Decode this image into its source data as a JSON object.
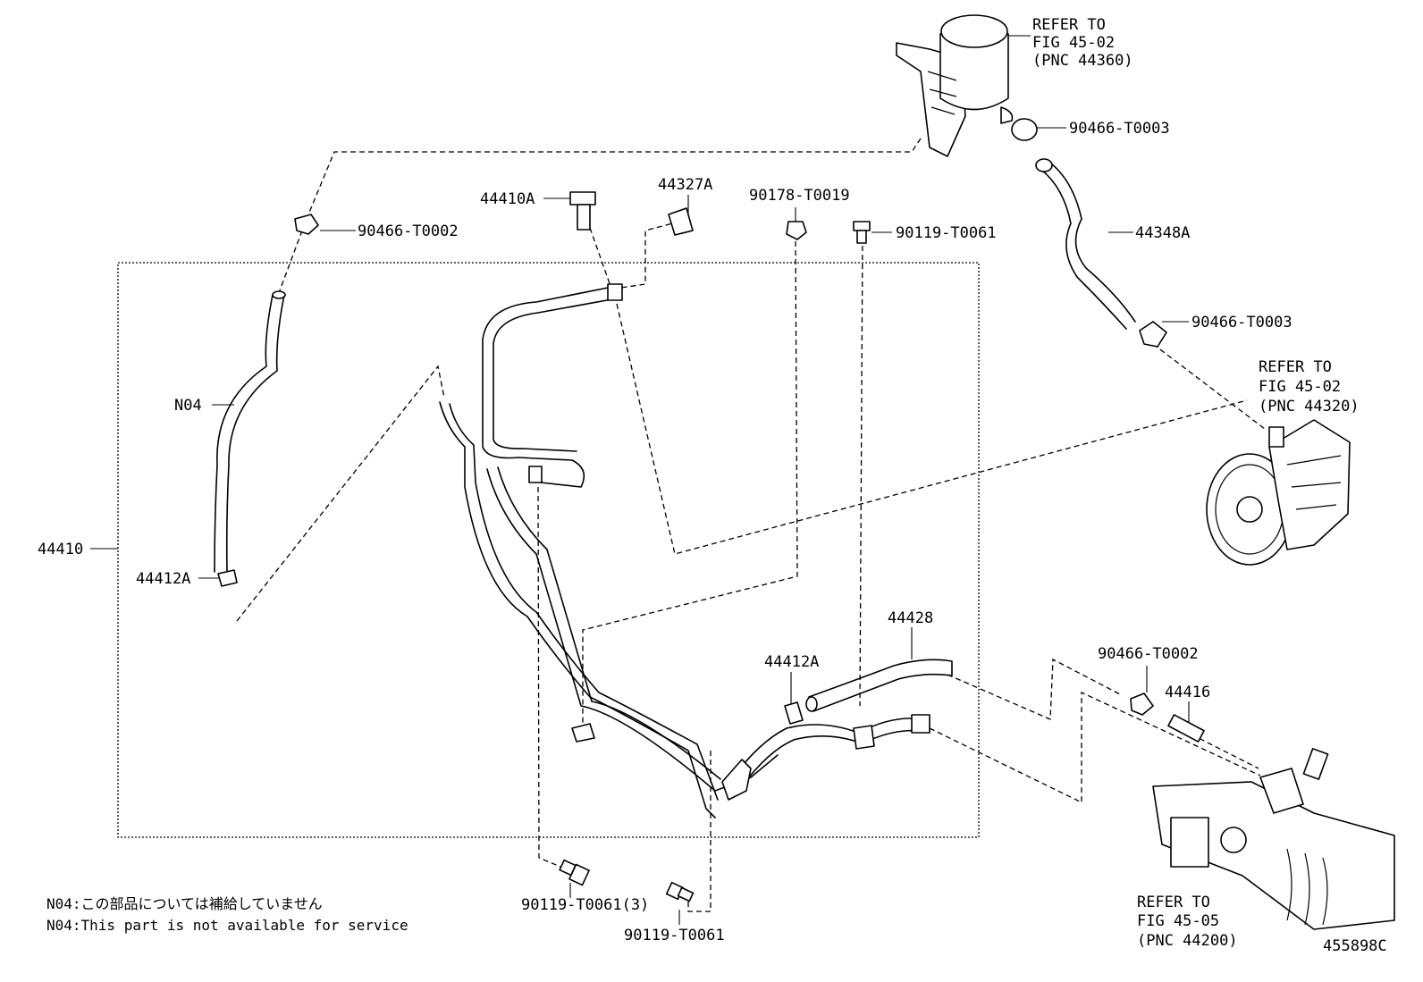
{
  "diagram_id": "455898C",
  "labels": {
    "reservoir_ref": [
      "REFER TO",
      "FIG 45-02",
      "(PNC 44360)"
    ],
    "pump_ref": [
      "REFER TO",
      "FIG 45-02",
      "(PNC 44320)"
    ],
    "gear_ref": [
      "REFER TO",
      "FIG 45-05",
      "(PNC 44200)"
    ],
    "p44410": "44410",
    "p44410A": "44410A",
    "p44327A": "44327A",
    "p90178": "90178-T0019",
    "p90119_top": "90119-T0061",
    "p90466_T0002_top": "90466-T0002",
    "p90466_T0003_top": "90466-T0003",
    "p90466_T0003_mid": "90466-T0003",
    "p44348A": "44348A",
    "pN04": "N04",
    "p44412A_left": "44412A",
    "p44412A_mid": "44412A",
    "p44428": "44428",
    "p90466_T0002_right": "90466-T0002",
    "p44416": "44416",
    "p90119_3": "90119-T0061(3)",
    "p90119_bottom": "90119-T0061"
  },
  "notes": {
    "jp": "N04:この部品については補給していません",
    "en": "N04:This part is not available for service"
  }
}
